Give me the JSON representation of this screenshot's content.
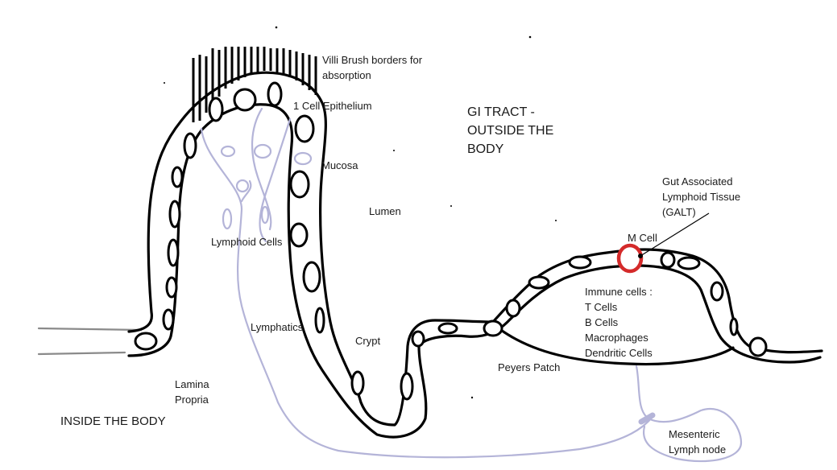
{
  "labels": {
    "villi_line1": "Villi Brush borders for",
    "villi_line2": "absorption",
    "epithelium": "1 Cell Epithelium",
    "gi_line1": "GI TRACT -",
    "gi_line2": "OUTSIDE THE",
    "gi_line3": "BODY",
    "mucosa": "Mucosa",
    "gut_line1": "Gut Associated",
    "gut_line2": "Lymphoid Tissue",
    "gut_line3": "(GALT)",
    "lumen": "Lumen",
    "lymphoid_cells": "Lymphoid Cells",
    "m_cell": "M Cell",
    "immune_line1": "Immune cells :",
    "immune_line2": "T Cells",
    "immune_line3": "B Cells",
    "immune_line4": "Macrophages",
    "immune_line5": "Dendritic Cells",
    "lymphatics": "Lymphatics",
    "crypt": "Crypt",
    "peyers_patch": "Peyers Patch",
    "lamina_line1": "Lamina",
    "lamina_line2": "Propria",
    "inside_body": "INSIDE THE BODY",
    "mesenteric_line1": "Mesenteric",
    "mesenteric_line2": "Lymph node"
  },
  "colors": {
    "outline": "#000000",
    "lymphatic": "#b4b4d8",
    "m_cell": "#d42a2a"
  }
}
